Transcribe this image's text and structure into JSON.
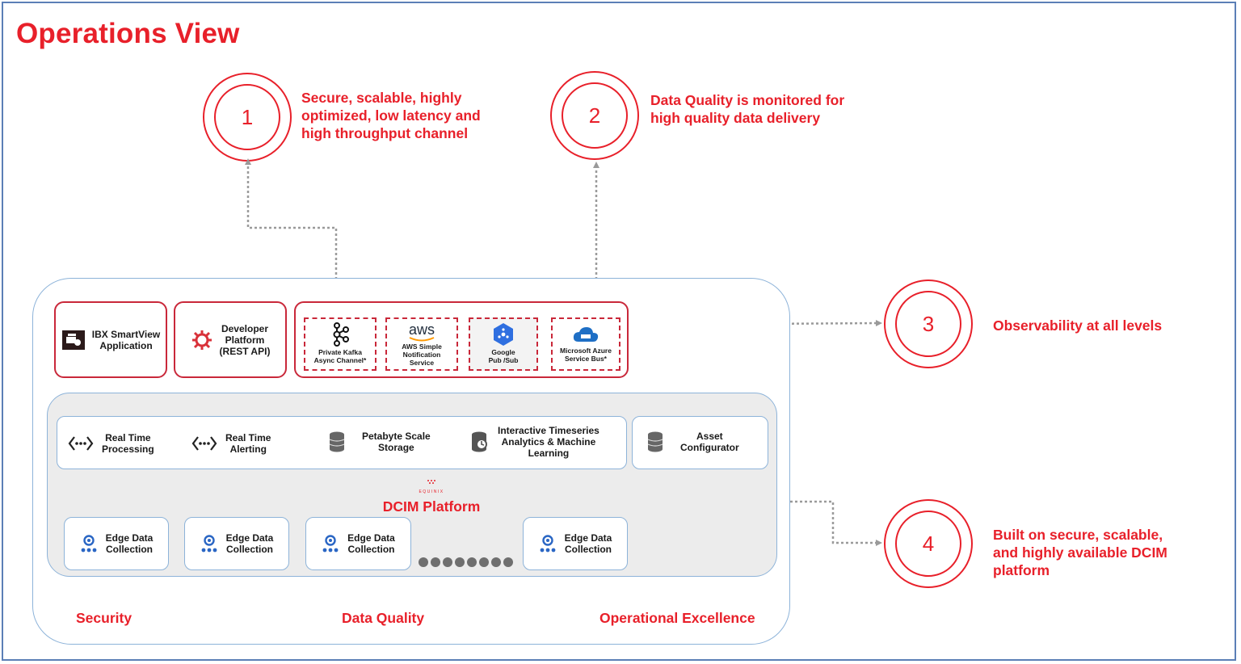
{
  "title": "Operations View",
  "callouts": [
    {
      "number": "1",
      "text_lines": [
        "Secure, scalable, highly",
        "optimized, low latency and",
        "high throughput channel"
      ]
    },
    {
      "number": "2",
      "text_lines": [
        "Data Quality is monitored for",
        "high quality data delivery"
      ]
    },
    {
      "number": "3",
      "text_lines": [
        "Observability at all levels"
      ]
    },
    {
      "number": "4",
      "text_lines": [
        "Built on secure, scalable,",
        "and highly available DCIM",
        "platform"
      ]
    }
  ],
  "apps": {
    "smartview": [
      "IBX SmartView",
      "Application"
    ],
    "developer": [
      "Developer",
      "Platform",
      "(REST API)"
    ]
  },
  "channels": {
    "kafka": [
      "Private Kafka",
      "Async Channel*"
    ],
    "aws_logo": "aws",
    "aws": [
      "AWS Simple",
      "Notification",
      "Service"
    ],
    "google": [
      "Google",
      "Pub /Sub"
    ],
    "azure": [
      "Microsoft Azure",
      "Service Bus*"
    ]
  },
  "services": {
    "realtime_processing": [
      "Real Time",
      "Processing"
    ],
    "realtime_alerting": [
      "Real Time",
      "Alerting"
    ],
    "storage": [
      "Petabyte Scale",
      "Storage"
    ],
    "analytics": [
      "Interactive Timeseries",
      "Analytics & Machine",
      "Learning"
    ],
    "asset": [
      "Asset",
      "Configurator"
    ]
  },
  "platform": {
    "brand": "EQUINIX",
    "name": "DCIM Platform"
  },
  "edge": [
    "Edge Data",
    "Collection"
  ],
  "pillars": [
    "Security",
    "Data Quality",
    "Operational Excellence"
  ],
  "colors": {
    "accent": "#e8202a",
    "box_border": "#c9283a",
    "panel_border": "#8db3d9",
    "panel_fill": "#ececec"
  },
  "icons": [
    "smartview-app-icon",
    "developer-gear-icon",
    "kafka-icon",
    "aws-smile-icon",
    "google-pubsub-icon",
    "azure-cloud-icon",
    "code-brackets-icon",
    "database-icon",
    "analytics-db-icon",
    "edge-collection-icon",
    "equinix-logo-icon"
  ]
}
